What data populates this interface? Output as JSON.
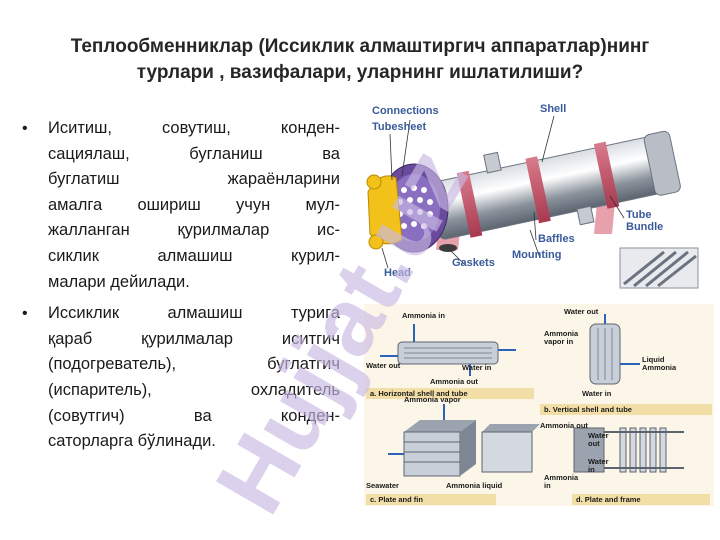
{
  "title": {
    "line1": "Теплообменниклар (Иссиклик алмаштиргич аппаратлар)нинг",
    "line2": "турлари , вазифалари, уларнинг ишлатилиши?"
  },
  "bullets": [
    {
      "lines": [
        [
          "Иситиш,",
          "совутиш,",
          "конден-"
        ],
        [
          "сациялаш,",
          "бугланиш",
          "ва"
        ],
        [
          "буглатиш",
          "жараёнларини"
        ],
        [
          "амалга",
          "ошириш",
          "учун",
          "мул-"
        ],
        [
          "жалланган",
          "қурилмалар",
          "ис-"
        ],
        [
          "сиклик",
          "алмашиш",
          "курил-"
        ],
        [
          "малари дейилади."
        ]
      ]
    },
    {
      "lines": [
        [
          "Иссиклик",
          "алмашиш",
          "турига"
        ],
        [
          "қараб",
          "қурилмалар",
          "иситгич"
        ],
        [
          "(подогреватель),",
          "буглатгич"
        ],
        [
          "(испаритель),",
          "охладитель"
        ],
        [
          "(совутгич)",
          "ва",
          "конден-"
        ],
        [
          "саторларга бўлинади."
        ]
      ]
    }
  ],
  "figure_top": {
    "labels": {
      "connections": "Connections",
      "tubesheet": "Tubesheet",
      "shell": "Shell",
      "tube_bundle_1": "Tube",
      "tube_bundle_2": "Bundle",
      "baffles": "Baffles",
      "mounting": "Mounting",
      "gaskets": "Gaskets",
      "head": "Head"
    }
  },
  "figure_bottom": {
    "labels": {
      "ammonia_in": "Ammonia in",
      "water_out_a": "Water out",
      "water_in_a": "Water in",
      "ammonia_out_a": "Ammonia out",
      "caption_a": "a. Horizontal shell and tube",
      "water_out_b": "Water out",
      "ammonia_vapor_in_1": "Ammonia",
      "ammonia_vapor_in_2": "vapor in",
      "liquid_ammonia_1": "Liquid",
      "liquid_ammonia_2": "Ammonia",
      "water_in_b": "Water in",
      "caption_b": "b. Vertical shell and tube",
      "ammonia_vapor": "Ammonia vapor",
      "seawater": "Seawater",
      "ammonia_liquid": "Ammonia liquid",
      "caption_c": "c. Plate and fin",
      "ammonia_out_d": "Ammonia out",
      "water_out_d_1": "Water",
      "water_out_d_2": "out",
      "water_in_d_1": "Water",
      "water_in_d_2": "in",
      "ammonia_in_d_1": "Ammonia",
      "ammonia_in_d_2": "in",
      "caption_d": "d. Plate and frame"
    }
  },
  "watermark": "Hujjat.uz",
  "colors": {
    "title": "#262626",
    "label_blue": "#3a5a9a",
    "watermark": "#c9b8e3",
    "caption_bg": "#f2dfa8"
  }
}
